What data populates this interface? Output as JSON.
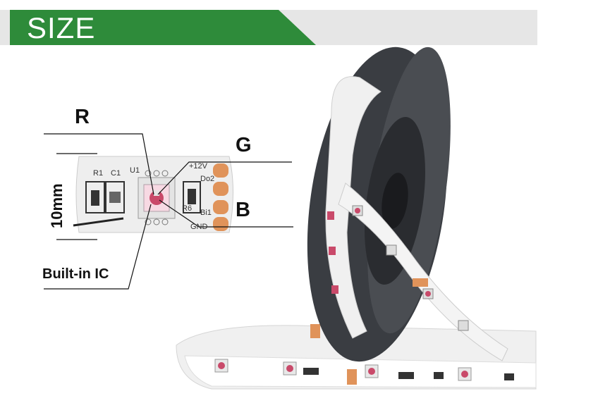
{
  "banner": {
    "title": "SIZE",
    "color_green": "#2e8b3a",
    "color_gray": "#e6e6e6"
  },
  "labels": {
    "r": "R",
    "g": "G",
    "b": "B",
    "dimension": "10mm",
    "built_in_ic": "Built-in IC"
  },
  "pcb_marks": {
    "u1": "U1",
    "r1": "R1",
    "c1": "C1",
    "r6": "R6",
    "plus12v": "+12V",
    "do2": "Do2",
    "bi1": "Bi1",
    "gnd": "GND"
  },
  "colors": {
    "strip": "#f2f2f2",
    "reel": "#3a3d42",
    "pad": "#e0935a",
    "led_glow": "#c94a6a"
  }
}
